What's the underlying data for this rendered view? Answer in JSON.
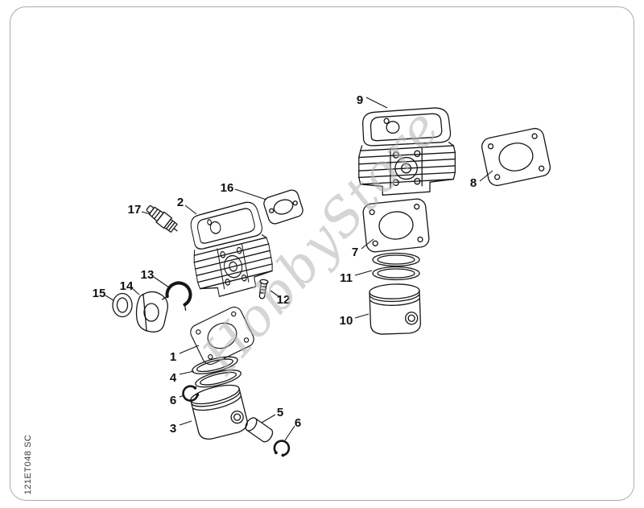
{
  "page": {
    "watermark": "HobbyStore",
    "doc_code": "121ET048 SC",
    "background_color": "#ffffff",
    "border_color": "#ababab",
    "line_color": "#161616",
    "callout_color": "#101010",
    "watermark_color": "#b2b2b2"
  },
  "callouts": {
    "n1": "1",
    "n2": "2",
    "n3": "3",
    "n4": "4",
    "n5": "5",
    "n6a": "6",
    "n6b": "6",
    "n7": "7",
    "n8": "8",
    "n9": "9",
    "n10": "10",
    "n11": "11",
    "n12": "12",
    "n13": "13",
    "n14": "14",
    "n15": "15",
    "n16": "16",
    "n17": "17"
  }
}
